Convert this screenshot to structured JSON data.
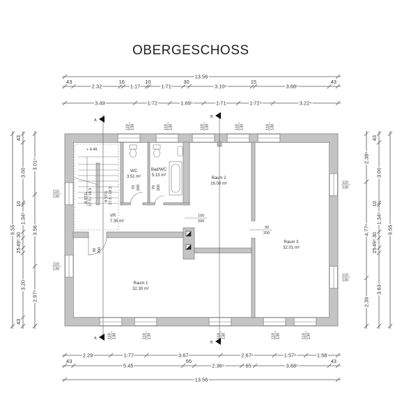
{
  "title": "OBERGESCHOSS",
  "rooms": {
    "wc": {
      "name": "WC",
      "area": "3.51 m²"
    },
    "bad": {
      "name": "Bad/WC",
      "area": "5.13 m²"
    },
    "raum2": {
      "name": "Raum 2",
      "area": "16.08 m²"
    },
    "vr": {
      "name": "VR",
      "area": "7.35 m²"
    },
    "raum1": {
      "name": "Raum 1",
      "area": "32.30 m²"
    },
    "raum3": {
      "name": "Raum 3",
      "area": "32.01 m²"
    }
  },
  "level": "+ 4.49",
  "stairs": [
    "8 STG",
    "17.5 / 18.3"
  ],
  "openings": {
    "window_w": "110",
    "window_h": "130",
    "door_wc_w": "70",
    "door_wc_h": "200",
    "door_bad_w": "70",
    "door_bad_h": "200",
    "door_r2_w": "100",
    "door_r2_h": "200",
    "door_r3_w": "90",
    "door_r3_h": "200",
    "door_r1_w": "90",
    "door_r1_h": "200"
  },
  "sections": {
    "a": "A",
    "b": "B"
  },
  "dimensions": {
    "top": [
      [
        {
          "label": "13.56",
          "m": 13.56
        }
      ],
      [
        {
          "label": "43",
          "m": 0.43
        },
        {
          "label": "2.32",
          "m": 2.32
        },
        {
          "label": "16",
          "m": 0.16
        },
        {
          "label": "1.17",
          "m": 1.17
        },
        {
          "label": "10",
          "m": 0.1
        },
        {
          "label": "1.71",
          "m": 1.71
        },
        {
          "label": "30",
          "m": 0.3
        },
        {
          "label": "3.10⁵",
          "m": 3.105
        },
        {
          "label": "15",
          "m": 0.15
        },
        {
          "label": "3.68⁵",
          "m": 3.685
        },
        {
          "label": "43",
          "m": 0.43
        }
      ],
      [
        {
          "label": "3.49",
          "m": 3.49
        },
        {
          "label": "1.72",
          "m": 1.72
        },
        {
          "label": "1.69⁵",
          "m": 1.695
        },
        {
          "label": "1.71",
          "m": 1.71
        },
        {
          "label": "1.72⁵",
          "m": 1.725
        },
        {
          "label": "3.22⁵",
          "m": 3.225
        }
      ]
    ],
    "bottom": [
      [
        {
          "label": "2.29",
          "m": 2.29
        },
        {
          "label": "1.77",
          "m": 1.77
        },
        {
          "label": "3.67",
          "m": 3.67
        },
        {
          "label": "2.67⁵",
          "m": 2.675
        },
        {
          "label": "1.57⁵",
          "m": 1.575
        },
        {
          "label": "1.58",
          "m": 1.58
        }
      ],
      [
        {
          "label": "43",
          "m": 0.43
        },
        {
          "label": "5.45",
          "m": 5.45
        },
        {
          "label": "55",
          "m": 0.55
        },
        {
          "label": "2.36⁵",
          "m": 2.365
        },
        {
          "label": "65",
          "m": 0.65
        },
        {
          "label": "3.68⁵",
          "m": 3.685
        },
        {
          "label": "43",
          "m": 0.43
        }
      ],
      [
        {
          "label": "13.56",
          "m": 13.56
        }
      ]
    ],
    "left": [
      [
        {
          "label": "9.55",
          "m": 9.55
        }
      ],
      [
        {
          "label": "43",
          "m": 0.43
        },
        {
          "label": "3.00",
          "m": 3.0
        },
        {
          "label": "10",
          "m": 0.1
        },
        {
          "label": "1.34⁵",
          "m": 1.345
        },
        {
          "label": "30",
          "m": 0.3
        },
        {
          "label": "49⁵",
          "m": 0.495
        },
        {
          "label": "25",
          "m": 0.25
        },
        {
          "label": "3.20",
          "m": 3.2
        },
        {
          "label": "43",
          "m": 0.43
        }
      ],
      [
        {
          "label": "3.01⁵",
          "m": 3.015
        },
        {
          "label": "3.56",
          "m": 3.56
        },
        {
          "label": "2.97⁵",
          "m": 2.975
        }
      ]
    ],
    "right": [
      [
        {
          "label": "2.38⁵",
          "m": 2.385
        },
        {
          "label": "4.77⁵",
          "m": 4.775
        },
        {
          "label": "2.39",
          "m": 2.39
        }
      ],
      [
        {
          "label": "43",
          "m": 0.43
        },
        {
          "label": "3.00",
          "m": 3.0
        },
        {
          "label": "10",
          "m": 0.1
        },
        {
          "label": "1.34⁵",
          "m": 1.345
        },
        {
          "label": "30",
          "m": 0.3
        },
        {
          "label": "49⁵",
          "m": 0.495
        },
        {
          "label": "25",
          "m": 0.25
        },
        {
          "label": "3.63",
          "m": 3.63
        }
      ],
      [
        {
          "label": "9.55",
          "m": 9.55
        }
      ]
    ]
  }
}
